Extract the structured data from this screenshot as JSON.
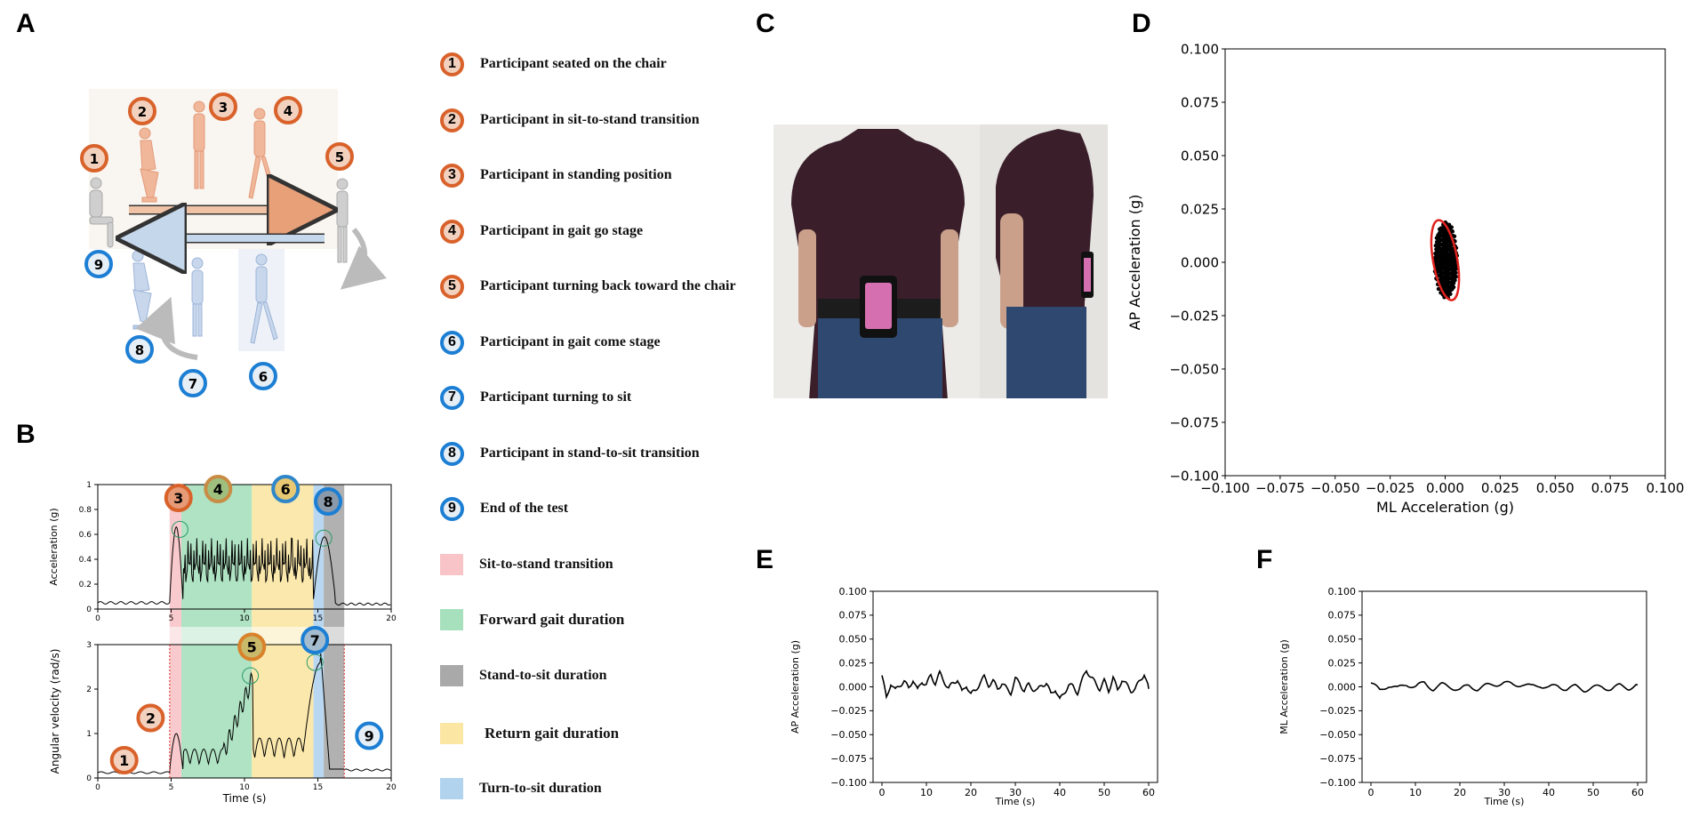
{
  "panels": {
    "a": "A",
    "b": "B",
    "c": "C",
    "d": "D",
    "e": "E",
    "f": "F"
  },
  "colors": {
    "orange_ring": "#d9622b",
    "blue_ring": "#1c7fd4",
    "sit_to_stand": "#f8c4c8",
    "forward_gait": "#a6e0bd",
    "stand_to_sit": "#a9a9a9",
    "return_gait": "#fbe6a3",
    "turn_to_sit": "#b1d3ee",
    "ellipse": "#e0211d"
  },
  "scene": {
    "markers": [
      "1",
      "2",
      "3",
      "4",
      "5",
      "6",
      "7",
      "8",
      "9"
    ]
  },
  "legend": {
    "phases": [
      {
        "num": "1",
        "text": "Participant seated on the chair",
        "ring": "orange"
      },
      {
        "num": "2",
        "text": "Participant in sit-to-stand transition",
        "ring": "orange"
      },
      {
        "num": "3",
        "text": "Participant in standing position",
        "ring": "orange"
      },
      {
        "num": "4",
        "text": "Participant in gait go stage",
        "ring": "orange"
      },
      {
        "num": "5",
        "text": "Participant turning back toward the chair",
        "ring": "orange"
      },
      {
        "num": "6",
        "text": "Participant in gait come stage",
        "ring": "blue"
      },
      {
        "num": "7",
        "text": "Participant turning to sit",
        "ring": "blue"
      },
      {
        "num": "8",
        "text": "Participant in stand-to-sit transition",
        "ring": "blue"
      },
      {
        "num": "9",
        "text": "End of the test",
        "ring": "blue"
      }
    ],
    "durations": [
      {
        "text": "Sit-to-stand transition",
        "color": "#f8c4c8"
      },
      {
        "text": "Forward  gait duration",
        "color": "#a6e0bd"
      },
      {
        "text": "Stand-to-sit duration",
        "color": "#a9a9a9"
      },
      {
        "text": "Return gait duration",
        "color": "#fbe6a3"
      },
      {
        "text": "Turn-to-sit duration",
        "color": "#b1d3ee"
      }
    ]
  },
  "chart_data": [
    {
      "id": "B-top",
      "type": "line",
      "ylabel": "Acceleration (g)",
      "xlim": [
        0,
        20
      ],
      "ylim": [
        0,
        1
      ],
      "xticks": [
        "0",
        "5",
        "10",
        "15",
        "20"
      ],
      "yticks": [
        "0",
        "0.2",
        "0.4",
        "0.6",
        "0.8",
        "1"
      ],
      "markers": [
        "3",
        "4",
        "6",
        "8"
      ],
      "bands": [
        {
          "x0": 4.9,
          "x1": 5.7,
          "phase": "sit_to_stand"
        },
        {
          "x0": 5.7,
          "x1": 10.5,
          "phase": "forward_gait"
        },
        {
          "x0": 10.5,
          "x1": 14.7,
          "phase": "return_gait"
        },
        {
          "x0": 14.7,
          "x1": 15.4,
          "phase": "turn_to_sit"
        },
        {
          "x0": 15.4,
          "x1": 16.8,
          "phase": "stand_to_sit"
        }
      ]
    },
    {
      "id": "B-bottom",
      "type": "line",
      "xlabel": "Time (s)",
      "ylabel": "Angular velocity (rad/s)",
      "xlim": [
        0,
        20
      ],
      "ylim": [
        0,
        3
      ],
      "xticks": [
        "0",
        "5",
        "10",
        "15",
        "20"
      ],
      "yticks": [
        "0",
        "1",
        "2",
        "3"
      ],
      "markers": [
        "1",
        "2",
        "5",
        "7",
        "9"
      ]
    },
    {
      "id": "D",
      "type": "scatter",
      "xlabel": "ML Acceleration (g)",
      "ylabel": "AP Acceleration (g)",
      "xlim": [
        -0.1,
        0.1
      ],
      "ylim": [
        -0.1,
        0.1
      ],
      "xticks": [
        "−0.100",
        "−0.075",
        "−0.050",
        "−0.025",
        "0.000",
        "0.025",
        "0.050",
        "0.075",
        "0.100"
      ],
      "yticks": [
        "−0.100",
        "−0.075",
        "−0.050",
        "−0.025",
        "0.000",
        "0.025",
        "0.050",
        "0.075",
        "0.100"
      ],
      "ellipse": {
        "cx": 0.0,
        "cy": 0.001,
        "rx": 0.0055,
        "ry": 0.019,
        "angle": -10
      }
    },
    {
      "id": "E",
      "type": "line",
      "xlabel": "Time (s)",
      "ylabel": "AP Acceleration (g)",
      "xlim": [
        -2,
        62
      ],
      "ylim": [
        -0.1,
        0.1
      ],
      "xticks": [
        "0",
        "10",
        "20",
        "30",
        "40",
        "50",
        "60"
      ],
      "yticks": [
        "−0.100",
        "−0.075",
        "−0.050",
        "−0.025",
        "0.000",
        "0.025",
        "0.050",
        "0.075",
        "0.100"
      ],
      "x": [
        0,
        1,
        2,
        3,
        4,
        5,
        6,
        7,
        8,
        9,
        10,
        11,
        12,
        13,
        14,
        15,
        16,
        17,
        18,
        19,
        20,
        21,
        22,
        23,
        24,
        25,
        26,
        27,
        28,
        29,
        30,
        31,
        32,
        33,
        34,
        35,
        36,
        37,
        38,
        39,
        40,
        41,
        42,
        43,
        44,
        45,
        46,
        47,
        48,
        49,
        50,
        51,
        52,
        53,
        54,
        55,
        56,
        57,
        58,
        59,
        60
      ],
      "values": [
        0.012,
        -0.012,
        0.004,
        -0.004,
        0.002,
        0.006,
        -0.002,
        0.008,
        -0.004,
        0.006,
        0.002,
        0.012,
        0.004,
        0.014,
        0.006,
        -0.002,
        0.004,
        0.008,
        -0.006,
        0.002,
        -0.008,
        -0.004,
        0.004,
        0.01,
        0.002,
        0.006,
        -0.002,
        0.004,
        -0.002,
        -0.006,
        0.008,
        0.004,
        -0.004,
        0.002,
        -0.002,
        -0.004,
        0.002,
        0.004,
        -0.008,
        -0.002,
        -0.014,
        -0.006,
        0.002,
        0.0,
        -0.006,
        0.006,
        0.018,
        0.01,
        0.004,
        -0.002,
        0.006,
        -0.004,
        0.01,
        -0.004,
        0.008,
        0.002,
        -0.004,
        -0.002,
        0.006,
        0.014,
        -0.002
      ]
    },
    {
      "id": "F",
      "type": "line",
      "xlabel": "Time (s)",
      "ylabel": "ML Acceleration (g)",
      "xlim": [
        -2,
        62
      ],
      "ylim": [
        -0.1,
        0.1
      ],
      "xticks": [
        "0",
        "10",
        "20",
        "30",
        "40",
        "50",
        "60"
      ],
      "yticks": [
        "−0.100",
        "−0.075",
        "−0.050",
        "−0.025",
        "0.000",
        "0.025",
        "0.050",
        "0.075",
        "0.100"
      ],
      "x": [
        0,
        2,
        4,
        6,
        8,
        10,
        12,
        14,
        16,
        18,
        20,
        22,
        24,
        26,
        28,
        30,
        32,
        34,
        36,
        38,
        40,
        42,
        44,
        46,
        48,
        50,
        52,
        54,
        56,
        58,
        60
      ],
      "values": [
        0.004,
        -0.004,
        0.002,
        -0.002,
        0.003,
        0.0,
        0.004,
        -0.002,
        0.002,
        0.0,
        -0.003,
        0.001,
        -0.002,
        0.001,
        0.003,
        0.004,
        0.002,
        0.003,
        0.0,
        0.002,
        -0.001,
        0.001,
        -0.002,
        0.0,
        -0.003,
        -0.001,
        0.0,
        -0.002,
        0.001,
        -0.001,
        0.002
      ]
    }
  ]
}
